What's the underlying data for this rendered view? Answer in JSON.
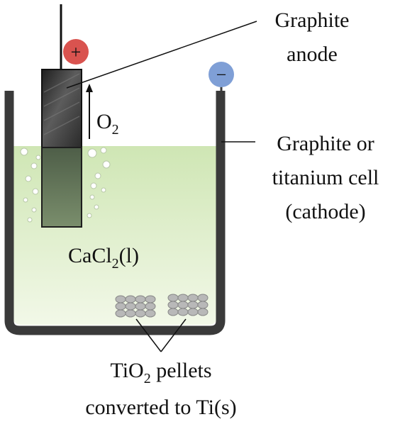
{
  "labels": {
    "anode_line1": "Graphite",
    "anode_line2": "anode",
    "oxygen_main": "O",
    "oxygen_sub": "2",
    "cell_line1": "Graphite or",
    "cell_line2": "titanium cell",
    "cell_line3": "(cathode)",
    "electrolyte_main": "CaCl",
    "electrolyte_sub": "2",
    "electrolyte_state": "(l)",
    "pellets_line1_main": "TiO",
    "pellets_line1_sub": "2",
    "pellets_line1_rest": " pellets",
    "pellets_line2": "converted to Ti(s)",
    "plus_sign": "+",
    "minus_sign": "−"
  },
  "colors": {
    "positive_terminal": "#d9534f",
    "negative_terminal": "#7f9fd6",
    "electrolyte_top": "#cfe6b4",
    "electrolyte_bottom": "#f2f8e8",
    "container_wall": "#3a3a3a",
    "pellet": "#b8b8b8"
  }
}
